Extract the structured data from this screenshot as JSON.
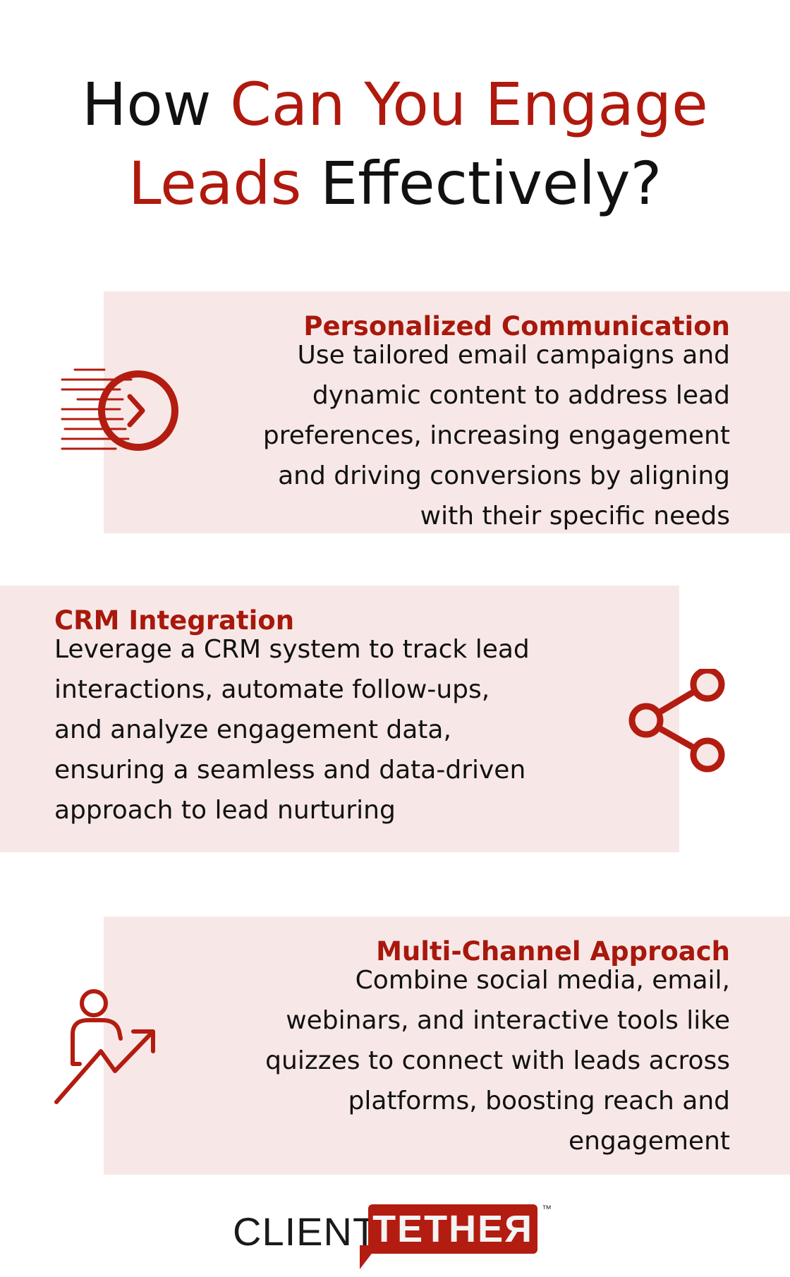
{
  "title": {
    "line1_plain": "How ",
    "line1_accent": "Can You Engage",
    "line2_accent": "Leads",
    "line2_plain": " Effectively?"
  },
  "sections": [
    {
      "heading": "Personalized Communication",
      "body_lines": [
        "Use tailored email campaigns and",
        "dynamic content to address lead",
        "preferences, increasing engagement",
        "and driving conversions by aligning",
        "with their specific needs"
      ],
      "icon": "speed-arrow-icon"
    },
    {
      "heading": "CRM Integration",
      "body_lines": [
        "Leverage a CRM system to track lead",
        "interactions, automate follow-ups,",
        "and analyze engagement data,",
        "ensuring a seamless and data-driven",
        "approach to lead nurturing"
      ],
      "icon": "share-icon"
    },
    {
      "heading": "Multi-Channel Approach",
      "body_lines": [
        "Combine social media, email,",
        "webinars, and interactive tools like",
        "quizzes to connect with leads across",
        "platforms, boosting reach and",
        "engagement"
      ],
      "icon": "person-growth-icon"
    }
  ],
  "logo": {
    "part1": "CLIENT",
    "part2": "TETHEЯ",
    "trademark": "™"
  },
  "colors": {
    "accent": "#b0190d",
    "card_background": "#f7e8e7",
    "text": "#111111"
  }
}
